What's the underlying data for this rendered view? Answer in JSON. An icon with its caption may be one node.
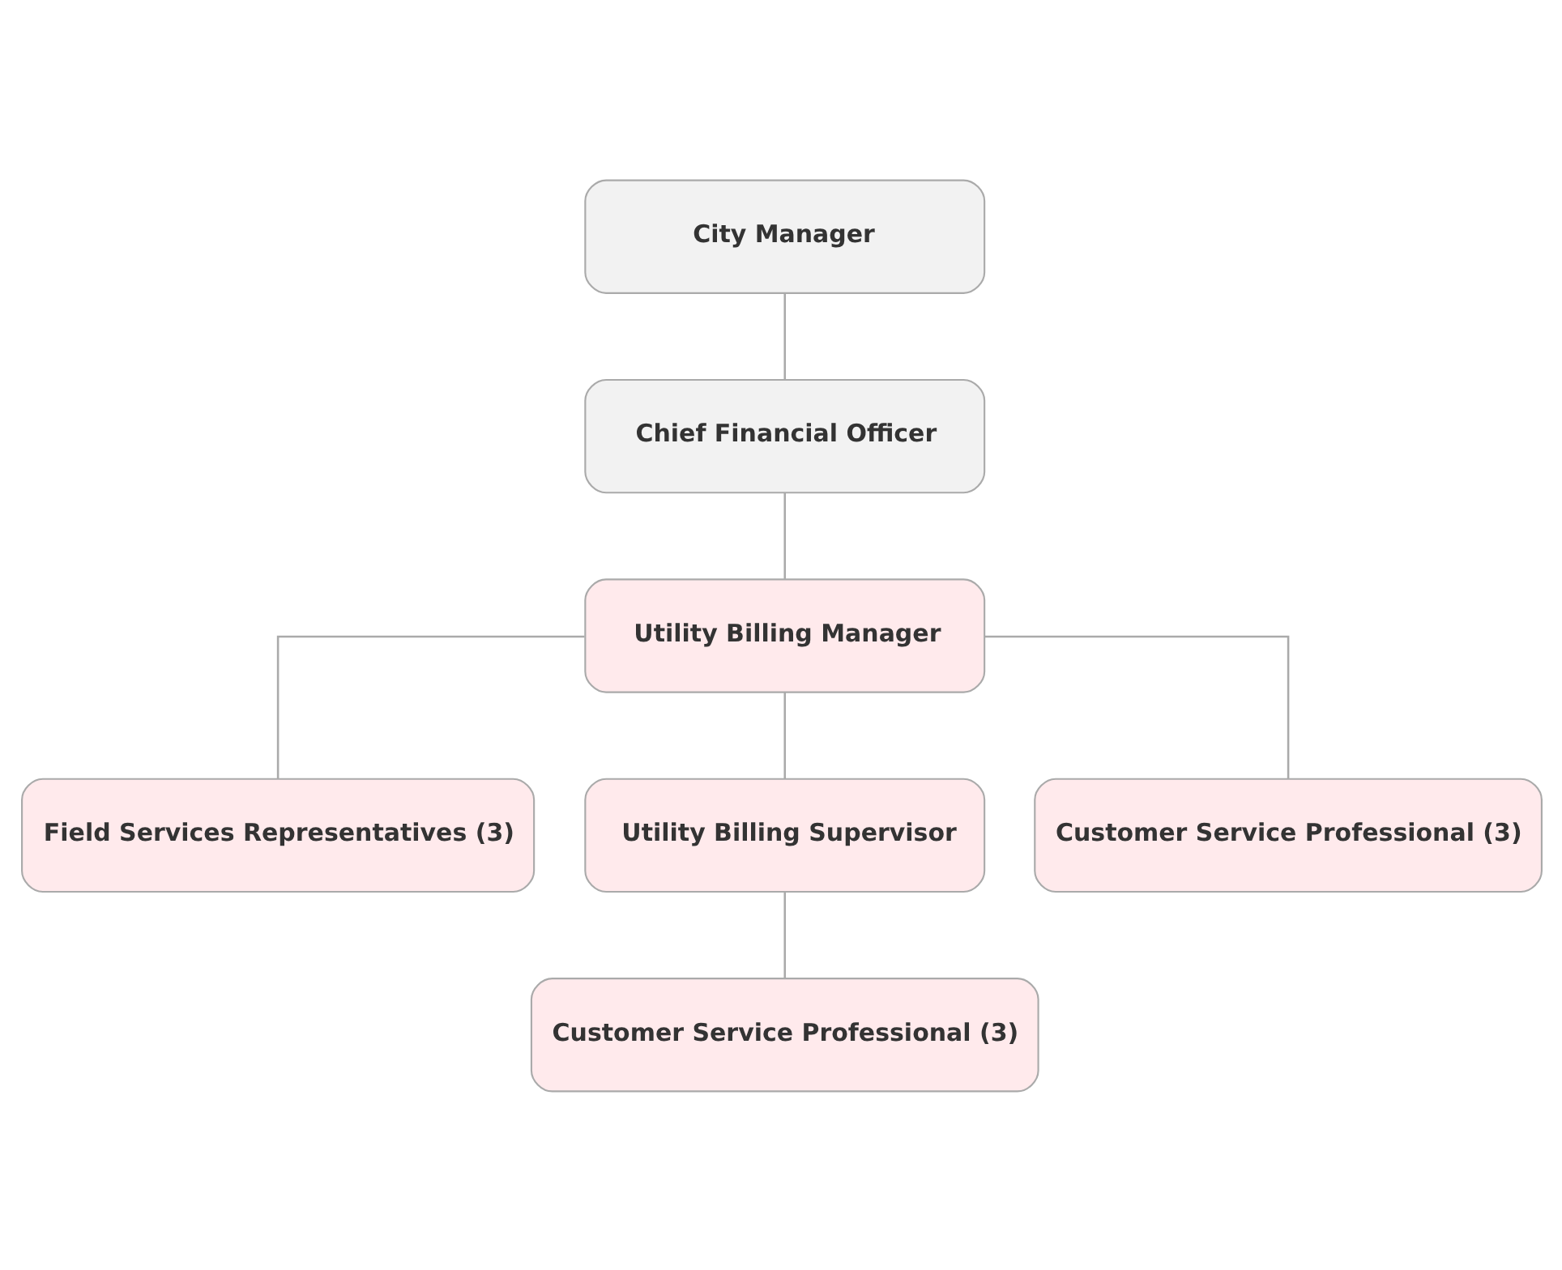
{
  "diagram": {
    "nodes": [
      {
        "text": [
          "City Manager"
        ]
      },
      {
        "text": [
          "Chief Financial Officer"
        ]
      },
      {
        "text": [
          "Utility Billing Manager"
        ]
      },
      {
        "text": [
          "Field Services Representatives (3)"
        ]
      },
      {
        "text": [
          "Utility Billing Supervisor"
        ]
      },
      {
        "text": [
          "Customer Service Professional (3)"
        ]
      },
      {
        "text": [
          "Customer Service Professional (3)"
        ]
      }
    ],
    "edges": [
      {
        "from": 0,
        "to": 1,
        "arrow": "none"
      },
      {
        "from": 1,
        "to": 2,
        "arrow": "none"
      },
      {
        "from": 2,
        "to": 3,
        "arrow": "none"
      },
      {
        "from": 2,
        "to": 4,
        "arrow": "none"
      },
      {
        "from": 2,
        "to": 5,
        "arrow": "none"
      },
      {
        "from": 4,
        "to": 6,
        "arrow": "none"
      }
    ]
  }
}
